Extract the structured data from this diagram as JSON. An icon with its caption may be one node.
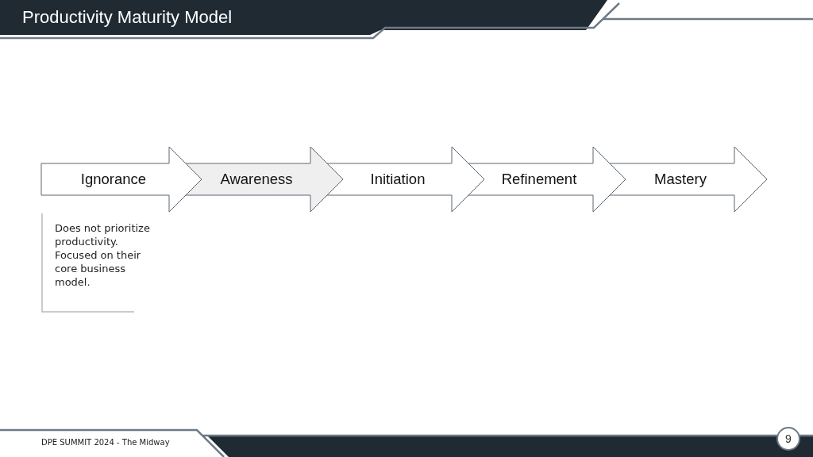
{
  "diagram": {
    "title": "Productivity Maturity Model",
    "nodes": [
      {
        "text": [
          "Ignorance"
        ],
        "beside": [
          "Does not prioritize productivity. Focused on their core business model."
        ]
      },
      {
        "text": [
          "Awareness"
        ]
      },
      {
        "text": [
          "Initiation"
        ]
      },
      {
        "text": [
          "Refinement"
        ]
      },
      {
        "text": [
          "Mastery"
        ]
      }
    ],
    "labels": [
      "DPE SUMMIT 2024 - The Midway",
      "9"
    ]
  }
}
